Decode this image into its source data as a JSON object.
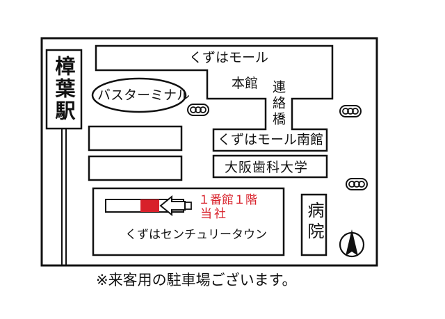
{
  "labels": {
    "station": "樟葉駅",
    "bus_terminal": "バスターミナル",
    "mall": "くずはモール",
    "main_building": "本館",
    "bridge": "連絡橋",
    "mall_south": "くずはモール南館",
    "university": "大阪歯科大学",
    "hospital": "病院",
    "century_town": "くずはセンチュリータウン",
    "office_line1": "１番館１階",
    "office_line2": "当社",
    "parking_note": "※来客用の駐車場ございます。"
  },
  "colors": {
    "line": "#111111",
    "office_marker": "#d8202a",
    "office_text": "#d8202a"
  },
  "icons": {
    "traffic_signal": "traffic-light-icon",
    "north_arrow": "north-arrow-icon",
    "direction_arrow": "arrow-left-icon"
  }
}
